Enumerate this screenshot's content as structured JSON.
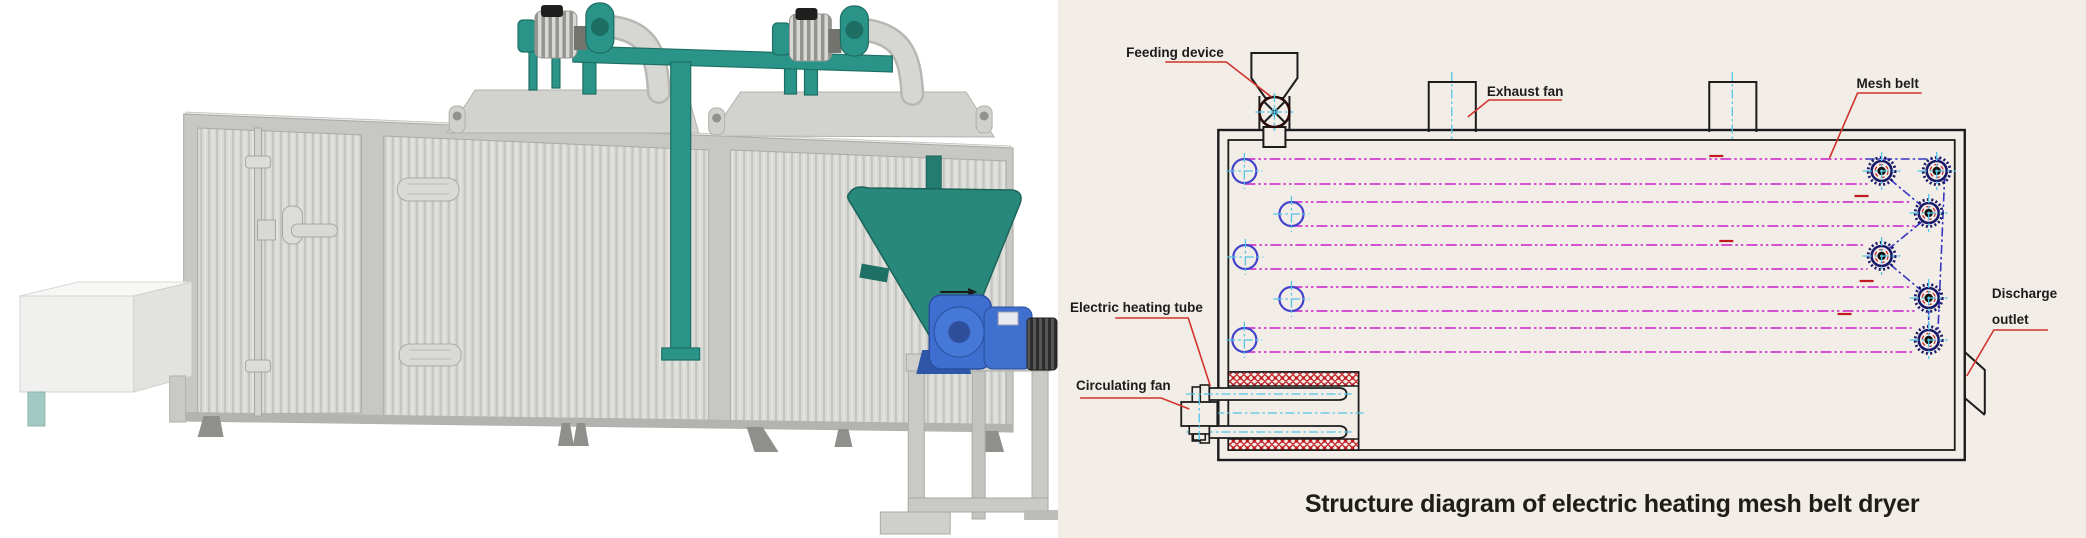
{
  "diagram": {
    "labels": {
      "feeding_device": "Feeding device",
      "exhaust_fan": "Exhaust fan",
      "mesh_belt": "Mesh belt",
      "electric_heating_tube": "Electric heating tube",
      "circulating_fan": "Circulating fan",
      "discharge_outlet_line1": "Discharge",
      "discharge_outlet_line2": "outlet"
    },
    "caption": "Structure diagram of electric heating mesh belt dryer",
    "belt_layers": 5,
    "exhaust_stacks": 2,
    "heating_tubes": 2
  },
  "colors": {
    "diagram_background": "#f2ede7",
    "line_black": "#1c1c1c",
    "leader_red": "#d0342c",
    "hatch_red": "#c2181f",
    "belt_magenta": "#cf3ccf",
    "centerline_cyan": "#53c6e6",
    "belt_return_blue": "#3737c0",
    "roller_blue": "#4343cb",
    "sprocket_navy": "#181868",
    "machine_teal": "#2a9488",
    "machine_teal_dark": "#1d6e63",
    "motor_blue": "#3d6ed0",
    "motor_blue_dark": "#2b4f9e",
    "panel_gray": "#d9d9d5",
    "frame_gray": "#c7c7c3"
  }
}
